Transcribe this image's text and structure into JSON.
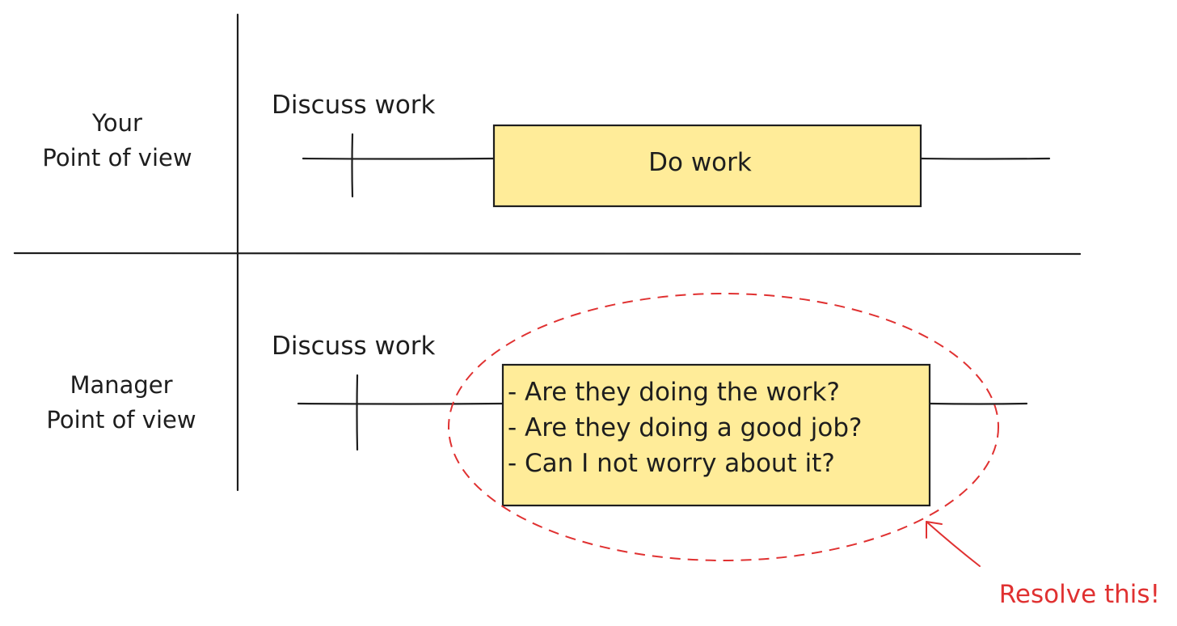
{
  "colors": {
    "ink": "#1e1e1e",
    "box_fill": "#ffec99",
    "highlight": "#e03131",
    "background": "#ffffff"
  },
  "rows": {
    "your": {
      "label_line1": "Your",
      "label_line2": "Point of view",
      "discuss_label": "Discuss work",
      "box_text": "Do work"
    },
    "manager": {
      "label_line1": "Manager",
      "label_line2": "Point of view",
      "discuss_label": "Discuss work",
      "box_lines": [
        "- Are they doing the work?",
        "- Are they doing a good job?",
        "- Can I not worry about it?"
      ]
    }
  },
  "annotation": {
    "text": "Resolve this!",
    "style": "dashed-ellipse-with-arrow"
  }
}
